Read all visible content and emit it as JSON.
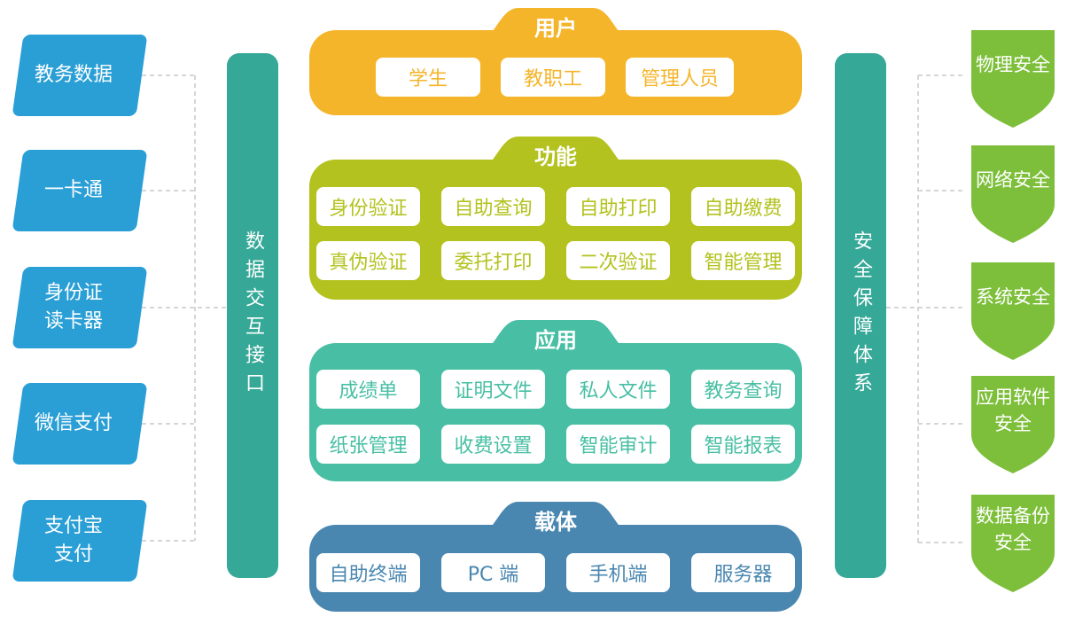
{
  "colors": {
    "source_blue": "#2a9fd6",
    "bar_teal": "#35a897",
    "user_orange": "#f5b52b",
    "function_green": "#b3c21e",
    "application_teal": "#48bfa4",
    "carrier_blue": "#4a87b0",
    "shield_green": "#7dbf3a",
    "connector_gray": "#c8c8c8"
  },
  "sources": [
    {
      "label": "教务数据"
    },
    {
      "label": "一卡通"
    },
    {
      "label": "身份证\n读卡器"
    },
    {
      "label": "微信支付"
    },
    {
      "label": "支付宝\n支付"
    }
  ],
  "left_bar": {
    "label": "数据交互接口"
  },
  "right_bar": {
    "label": "安全保障体系"
  },
  "layers": {
    "user": {
      "title": "用户",
      "items": [
        "学生",
        "教职工",
        "管理人员"
      ]
    },
    "function": {
      "title": "功能",
      "items": [
        "身份验证",
        "自助查询",
        "自助打印",
        "自助缴费",
        "真伪验证",
        "委托打印",
        "二次验证",
        "智能管理"
      ]
    },
    "application": {
      "title": "应用",
      "items": [
        "成绩单",
        "证明文件",
        "私人文件",
        "教务查询",
        "纸张管理",
        "收费设置",
        "智能审计",
        "智能报表"
      ]
    },
    "carrier": {
      "title": "载体",
      "items": [
        "自助终端",
        "PC 端",
        "手机端",
        "服务器"
      ]
    }
  },
  "security": [
    {
      "label": "物理安全"
    },
    {
      "label": "网络安全"
    },
    {
      "label": "系统安全"
    },
    {
      "label": "应用软件\n安全"
    },
    {
      "label": "数据备份\n安全"
    }
  ]
}
